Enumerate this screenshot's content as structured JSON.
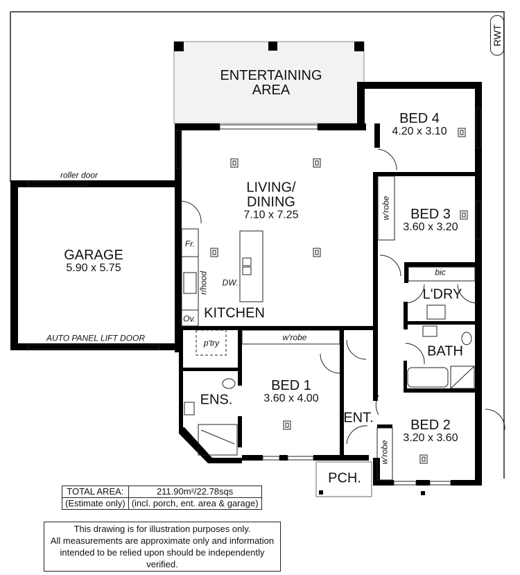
{
  "plan": {
    "rooms": [
      {
        "id": "entertaining",
        "name_line1": "ENTERTAINING",
        "name_line2": "AREA"
      },
      {
        "id": "bed4",
        "name": "BED 4",
        "dims": "4.20 x 3.10"
      },
      {
        "id": "living",
        "name_line1": "LIVING/",
        "name_line2": "DINING",
        "dims": "7.10 x 7.25"
      },
      {
        "id": "bed3",
        "name": "BED 3",
        "dims": "3.60 x 3.20"
      },
      {
        "id": "garage",
        "name": "GARAGE",
        "dims": "5.90 x 5.75"
      },
      {
        "id": "kitchen",
        "name": "KITCHEN"
      },
      {
        "id": "laundry",
        "name": "L'DRY"
      },
      {
        "id": "bath",
        "name": "BATH"
      },
      {
        "id": "bed1",
        "name": "BED 1",
        "dims": "3.60 x 4.00"
      },
      {
        "id": "ensuite",
        "name": "ENS."
      },
      {
        "id": "entry",
        "name": "ENT."
      },
      {
        "id": "bed2",
        "name": "BED 2",
        "dims": "3.20 x 3.60"
      },
      {
        "id": "porch",
        "name": "PCH."
      }
    ],
    "annotations": {
      "roller_door": "roller door",
      "auto_door": "AUTO PANEL LIFT DOOR",
      "fridge": "Fr.",
      "rangehood": "r/hood",
      "dishwasher": "DW.",
      "oven": "Ov.",
      "pantry": "p'try",
      "bed1_wrobe": "w'robe",
      "bed3_wrobe": "w'robe",
      "bed2_wrobe": "w'robe",
      "bic": "bic",
      "rwt": "RWT"
    }
  },
  "area": {
    "label": "TOTAL AREA:",
    "value": "211.90m²/22.78sqs",
    "note_label": "(Estimate only)",
    "note_value": "(incl. porch, ent. area & garage)"
  },
  "disclaimer": {
    "line1": "This drawing is for illustration purposes only.",
    "line2": "All measurements are approximate only and information",
    "line3": "intended to be relied upon should be independently verified."
  },
  "colors": {
    "wall": "#000000",
    "paving": "#f2f2f2",
    "line": "#222222"
  }
}
